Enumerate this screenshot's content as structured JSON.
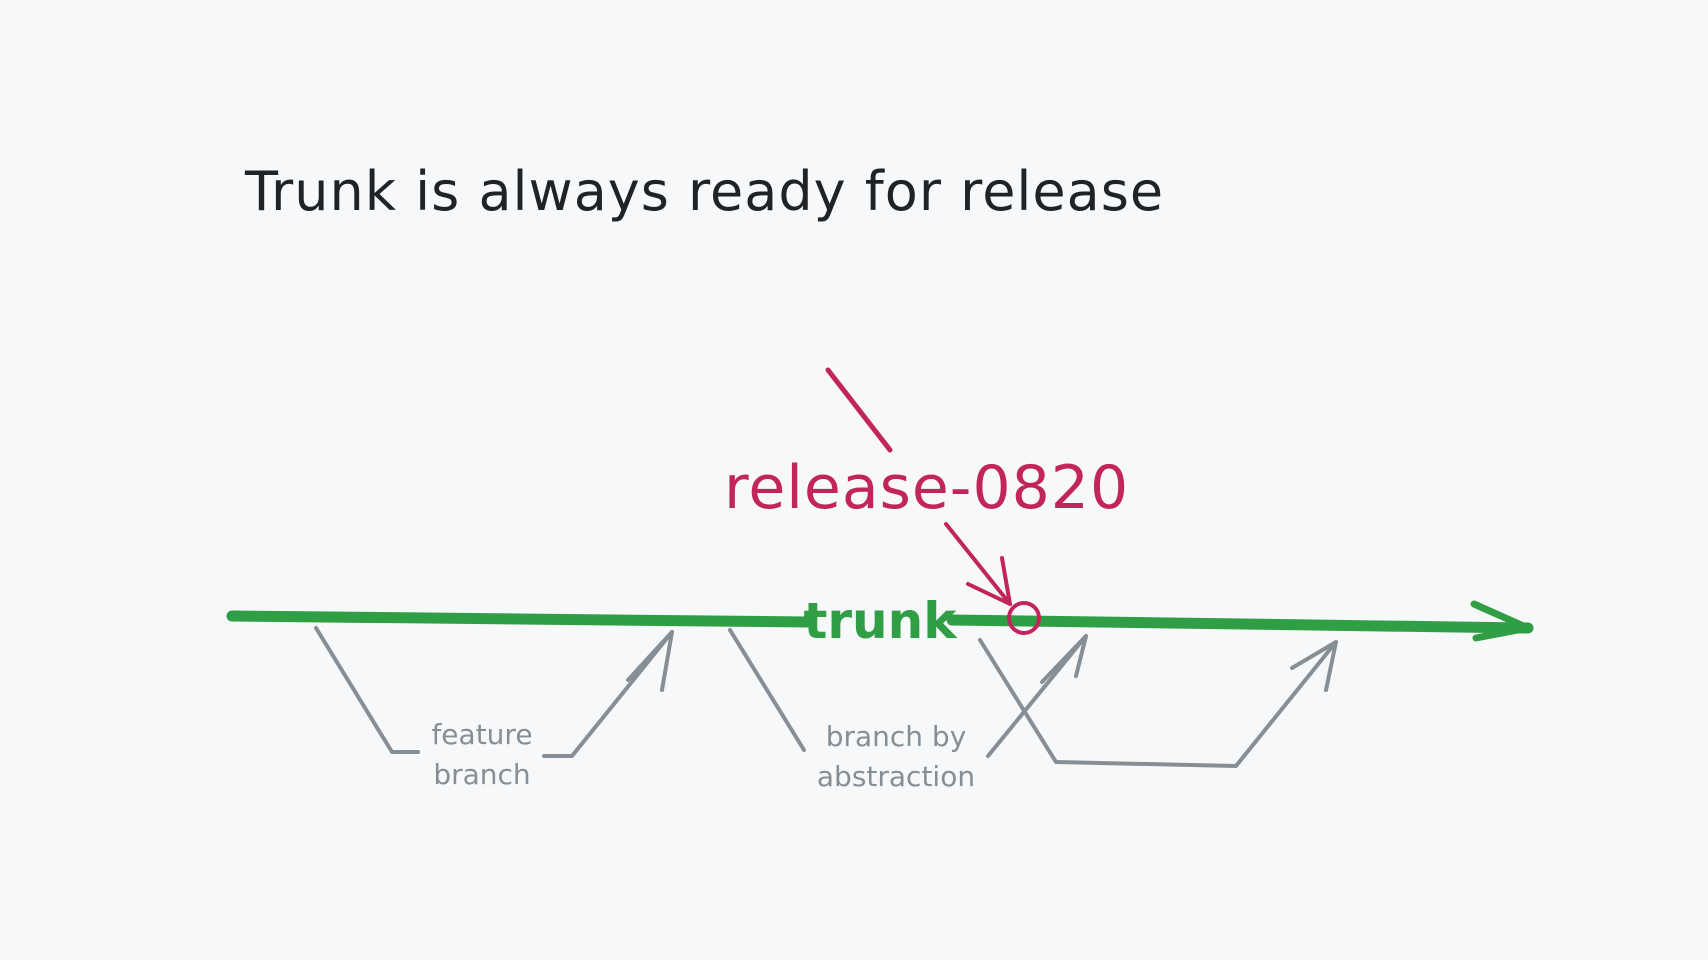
{
  "title": "Trunk is always ready for release",
  "trunk": {
    "label": "trunk"
  },
  "release": {
    "label": "release-0820"
  },
  "branches": {
    "feature": {
      "line1": "feature",
      "line2": "branch"
    },
    "abstraction": {
      "line1": "branch by",
      "line2": "abstraction"
    }
  },
  "colors": {
    "background": "#f7f8fa",
    "title": "#1f2328",
    "trunk": "#2f9e44",
    "release": "#c2255c",
    "branch": "#868e96"
  }
}
